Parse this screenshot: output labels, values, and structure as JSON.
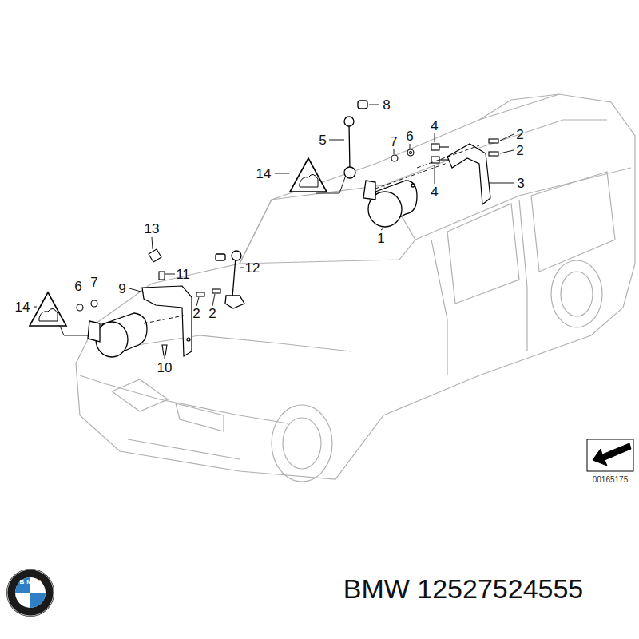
{
  "diagram": {
    "labels": [
      "8",
      "5",
      "6",
      "7",
      "4",
      "2",
      "2",
      "14",
      "3",
      "4",
      "1",
      "13",
      "11",
      "12",
      "9",
      "6",
      "7",
      "14",
      "2",
      "2",
      "10",
      "00165175",
      "BMW 12527524555",
      "BMW"
    ]
  }
}
